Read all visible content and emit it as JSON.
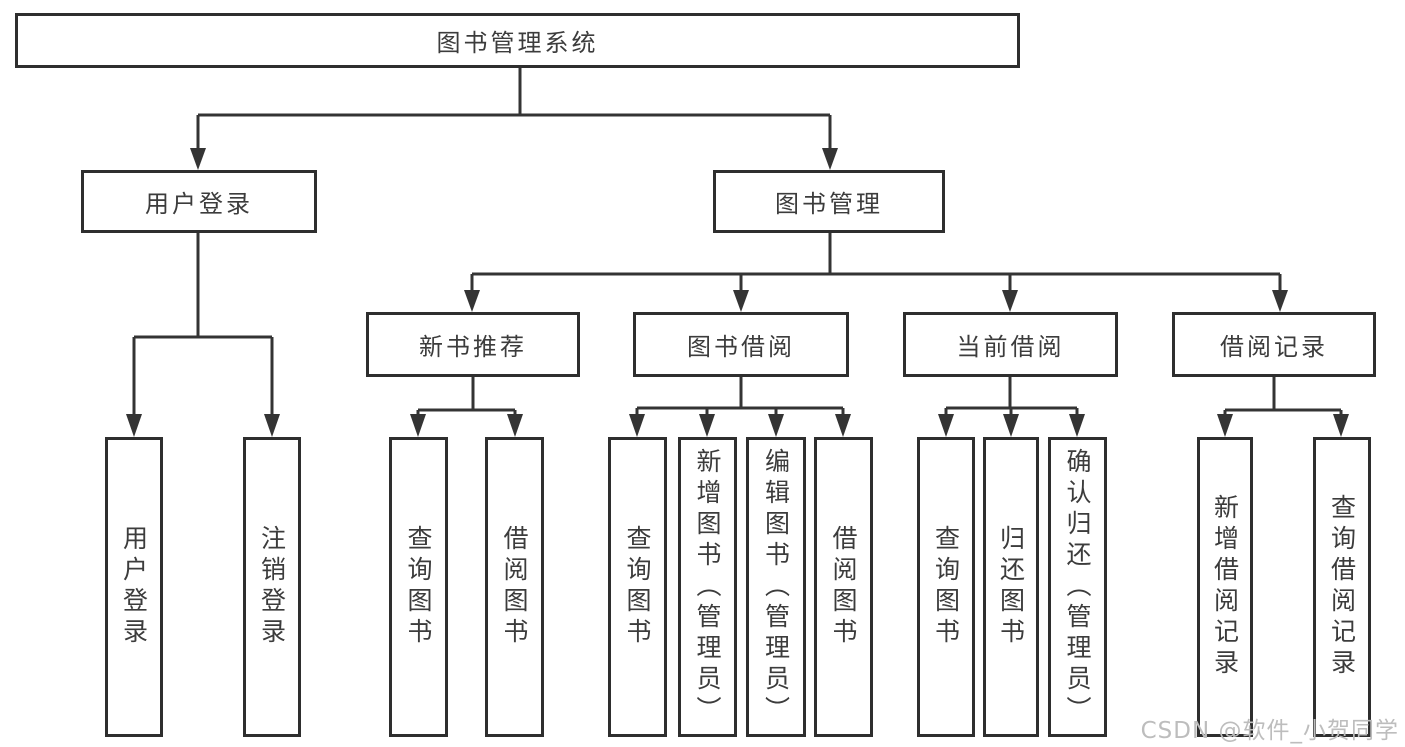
{
  "diagram": {
    "root": {
      "label": "图书管理系统"
    },
    "branches": [
      {
        "label": "用户登录",
        "children": [
          {
            "label": "用户登录"
          },
          {
            "label": "注销登录"
          }
        ]
      },
      {
        "label": "图书管理",
        "children": [
          {
            "label": "新书推荐",
            "children": [
              {
                "label": "查询图书"
              },
              {
                "label": "借阅图书"
              }
            ]
          },
          {
            "label": "图书借阅",
            "children": [
              {
                "label": "查询图书"
              },
              {
                "label": "新增图书（管理员）"
              },
              {
                "label": "编辑图书（管理员）"
              },
              {
                "label": "借阅图书"
              }
            ]
          },
          {
            "label": "当前借阅",
            "children": [
              {
                "label": "查询图书"
              },
              {
                "label": "归还图书"
              },
              {
                "label": "确认归还（管理员）"
              }
            ]
          },
          {
            "label": "借阅记录",
            "children": [
              {
                "label": "新增借阅记录"
              },
              {
                "label": "查询借阅记录"
              }
            ]
          }
        ]
      }
    ]
  },
  "watermark": "CSDN @软件_小贺同学",
  "colors": {
    "line": "#343434",
    "box_border": "#2e2e2e",
    "text": "#3c3c3c",
    "background": "#ffffff",
    "watermark": "#bdbdbd"
  }
}
